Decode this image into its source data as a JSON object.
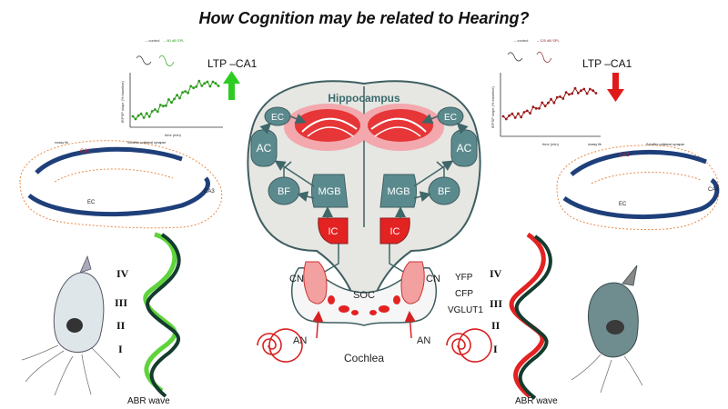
{
  "title": "How Cognition may be related to Hearing?",
  "brain": {
    "hippocampus": "Hippocampus",
    "ec": "EC",
    "ac": "AC",
    "bf": "BF",
    "mgb": "MGB",
    "ic": "IC",
    "cn": "CN",
    "soc": "SOC",
    "an": "AN",
    "cochlea": "Cochlea"
  },
  "left_panel": {
    "ltp_label": "LTP –CA1",
    "ltp_direction": "up",
    "graph_legend": [
      "– control",
      "– 80 dB SPL"
    ],
    "graph_ylabel": "fEPSP slope (% baseline)",
    "graph_xlabel": "time (min)",
    "hippocampus_labels": [
      "CA1",
      "CA3",
      "EC",
      "Schaffer-collateral synapse",
      "mossy fib"
    ],
    "roman_numerals": [
      "IV",
      "III",
      "II",
      "I"
    ],
    "abr_label": "ABR wave"
  },
  "right_panel": {
    "ltp_label": "LTP –CA1",
    "ltp_direction": "down",
    "graph_legend": [
      "– control",
      "– 120 dB SPL"
    ],
    "graph_ylabel": "fEPSP slope (% baseline)",
    "graph_xlabel": "time (min)",
    "hippocampus_labels": [
      "CA1",
      "CA3",
      "EC",
      "Schaffer-collateral synapse",
      "mossy fib"
    ],
    "markers": [
      "YFP",
      "CFP",
      "VGLUT1"
    ],
    "roman_numerals": [
      "IV",
      "III",
      "II",
      "I"
    ],
    "abr_label": "ABR wave"
  },
  "colors": {
    "teal": "#5b8a8e",
    "teal_light": "#cfdcdd",
    "red": "#e32222",
    "pink": "#f3b5b5",
    "green": "#55c533",
    "dark_green": "#143c2e",
    "arrow_up": "#2ecc22",
    "arrow_down": "#e01a1a"
  }
}
